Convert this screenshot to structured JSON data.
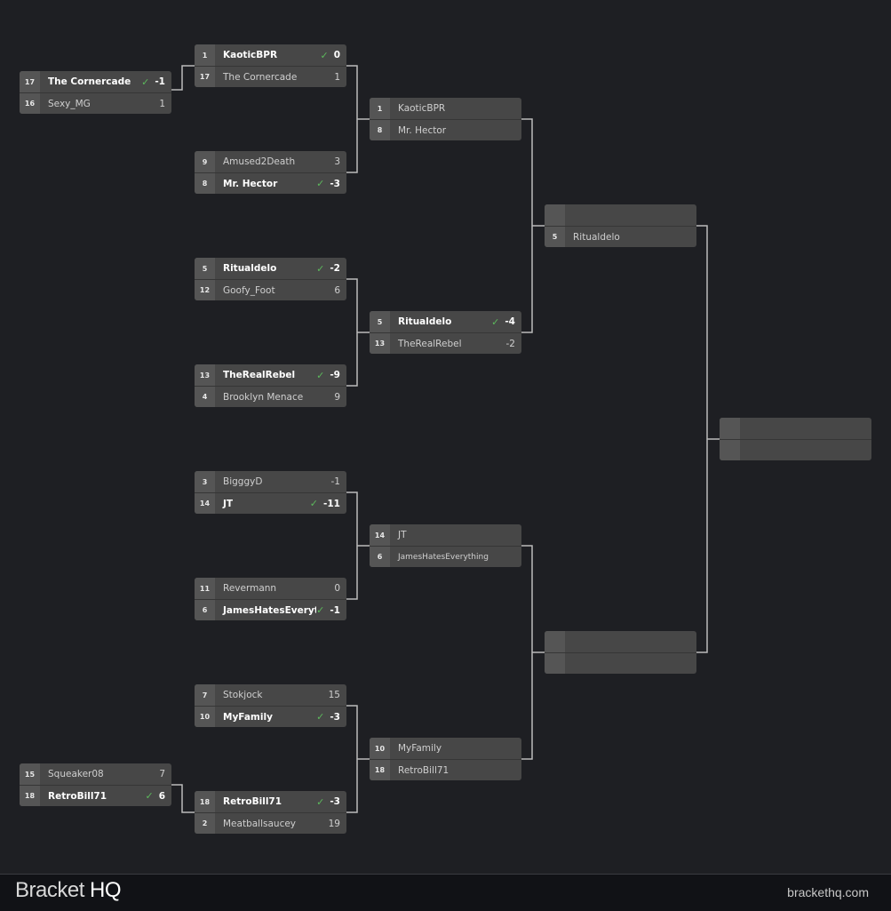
{
  "footer": {
    "brand_light": "Bracket",
    "brand_bold": "HQ",
    "site": "brackethq.com"
  },
  "colors": {
    "background": "#1e1f23",
    "match_bg": "#474747",
    "seed_bg": "#555555",
    "check": "#5cb85c",
    "connector": "#bbbbbb"
  },
  "matches": [
    {
      "round": "play-in",
      "teams": [
        {
          "seed": "17",
          "name": "The Cornercade",
          "score": "-1",
          "winner": true
        },
        {
          "seed": "16",
          "name": "Sexy_MG",
          "score": "1",
          "winner": false
        }
      ]
    },
    {
      "round": "play-in",
      "teams": [
        {
          "seed": "15",
          "name": "Squeaker08",
          "score": "7",
          "winner": false
        },
        {
          "seed": "18",
          "name": "RetroBill71",
          "score": "6",
          "winner": true
        }
      ]
    },
    {
      "round": "round-1",
      "teams": [
        {
          "seed": "1",
          "name": "KaoticBPR",
          "score": "0",
          "winner": true
        },
        {
          "seed": "17",
          "name": "The Cornercade",
          "score": "1",
          "winner": false
        }
      ]
    },
    {
      "round": "round-1",
      "teams": [
        {
          "seed": "9",
          "name": "Amused2Death",
          "score": "3",
          "winner": false
        },
        {
          "seed": "8",
          "name": "Mr. Hector",
          "score": "-3",
          "winner": true
        }
      ]
    },
    {
      "round": "round-1",
      "teams": [
        {
          "seed": "5",
          "name": "Ritualdelo",
          "score": "-2",
          "winner": true
        },
        {
          "seed": "12",
          "name": "Goofy_Foot",
          "score": "6",
          "winner": false
        }
      ]
    },
    {
      "round": "round-1",
      "teams": [
        {
          "seed": "13",
          "name": "TheRealRebel",
          "score": "-9",
          "winner": true
        },
        {
          "seed": "4",
          "name": "Brooklyn Menace",
          "score": "9",
          "winner": false
        }
      ]
    },
    {
      "round": "round-1",
      "teams": [
        {
          "seed": "3",
          "name": "BigggyD",
          "score": "-1",
          "winner": false
        },
        {
          "seed": "14",
          "name": "JT",
          "score": "-11",
          "winner": true
        }
      ]
    },
    {
      "round": "round-1",
      "teams": [
        {
          "seed": "11",
          "name": "Revermann",
          "score": "0",
          "winner": false
        },
        {
          "seed": "6",
          "name": "JamesHatesEverything",
          "score": "-1",
          "winner": true
        }
      ]
    },
    {
      "round": "round-1",
      "teams": [
        {
          "seed": "7",
          "name": "Stokjock",
          "score": "15",
          "winner": false
        },
        {
          "seed": "10",
          "name": "MyFamily",
          "score": "-3",
          "winner": true
        }
      ]
    },
    {
      "round": "round-1",
      "teams": [
        {
          "seed": "18",
          "name": "RetroBill71",
          "score": "-3",
          "winner": true
        },
        {
          "seed": "2",
          "name": "Meatballsaucey",
          "score": "19",
          "winner": false
        }
      ]
    },
    {
      "round": "round-2",
      "teams": [
        {
          "seed": "1",
          "name": "KaoticBPR",
          "score": "",
          "winner": false
        },
        {
          "seed": "8",
          "name": "Mr. Hector",
          "score": "",
          "winner": false
        }
      ]
    },
    {
      "round": "round-2",
      "teams": [
        {
          "seed": "5",
          "name": "Ritualdelo",
          "score": "-4",
          "winner": true
        },
        {
          "seed": "13",
          "name": "TheRealRebel",
          "score": "-2",
          "winner": false
        }
      ]
    },
    {
      "round": "round-2",
      "teams": [
        {
          "seed": "14",
          "name": "JT",
          "score": "",
          "winner": false
        },
        {
          "seed": "6",
          "name": "JamesHatesEverything",
          "score": "",
          "winner": false
        }
      ]
    },
    {
      "round": "round-2",
      "teams": [
        {
          "seed": "10",
          "name": "MyFamily",
          "score": "",
          "winner": false
        },
        {
          "seed": "18",
          "name": "RetroBill71",
          "score": "",
          "winner": false
        }
      ]
    },
    {
      "round": "semifinal",
      "teams": [
        {
          "seed": "",
          "name": "",
          "score": "",
          "winner": false
        },
        {
          "seed": "5",
          "name": "Ritualdelo",
          "score": "",
          "winner": false
        }
      ]
    },
    {
      "round": "semifinal",
      "teams": [
        {
          "seed": "",
          "name": "",
          "score": "",
          "winner": false
        },
        {
          "seed": "",
          "name": "",
          "score": "",
          "winner": false
        }
      ]
    },
    {
      "round": "final",
      "teams": [
        {
          "seed": "",
          "name": "",
          "score": "",
          "winner": false
        },
        {
          "seed": "",
          "name": "",
          "score": "",
          "winner": false
        }
      ]
    }
  ]
}
